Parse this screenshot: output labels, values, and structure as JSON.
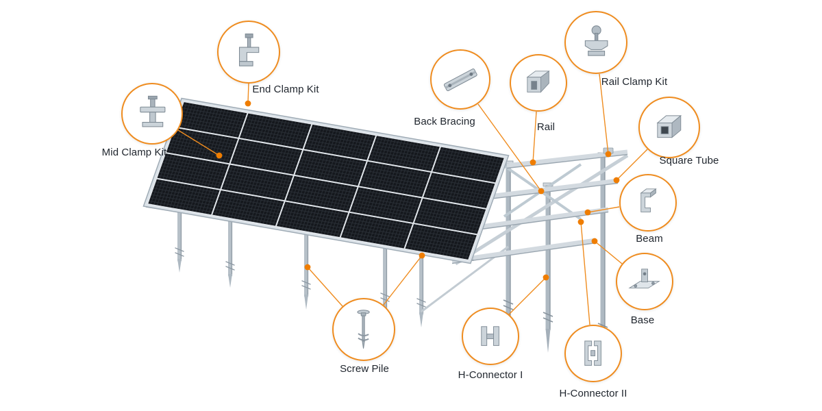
{
  "diagram": {
    "accent_color": "#ef8c1f",
    "dot_color": "#ef7d00",
    "metal_color": "#c7cfd6",
    "panel_color": "#15181d",
    "callouts": [
      {
        "id": "end-clamp-kit",
        "label": "End Clamp Kit",
        "icon": "end-clamp-kit-icon"
      },
      {
        "id": "mid-clamp-kit",
        "label": "Mid Clamp Kit",
        "icon": "mid-clamp-kit-icon"
      },
      {
        "id": "back-bracing",
        "label": "Back Bracing",
        "icon": "back-bracing-icon"
      },
      {
        "id": "rail",
        "label": "Rail",
        "icon": "rail-icon"
      },
      {
        "id": "rail-clamp-kit",
        "label": "Rail Clamp Kit",
        "icon": "rail-clamp-kit-icon"
      },
      {
        "id": "square-tube",
        "label": "Square Tube",
        "icon": "square-tube-icon"
      },
      {
        "id": "beam",
        "label": "Beam",
        "icon": "beam-icon"
      },
      {
        "id": "base",
        "label": "Base",
        "icon": "base-icon"
      },
      {
        "id": "screw-pile",
        "label": "Screw Pile",
        "icon": "screw-pile-icon"
      },
      {
        "id": "h-connector-1",
        "label": "H-Connector I",
        "icon": "h-connector-1-icon"
      },
      {
        "id": "h-connector-2",
        "label": "H-Connector II",
        "icon": "h-connector-2-icon"
      }
    ]
  }
}
